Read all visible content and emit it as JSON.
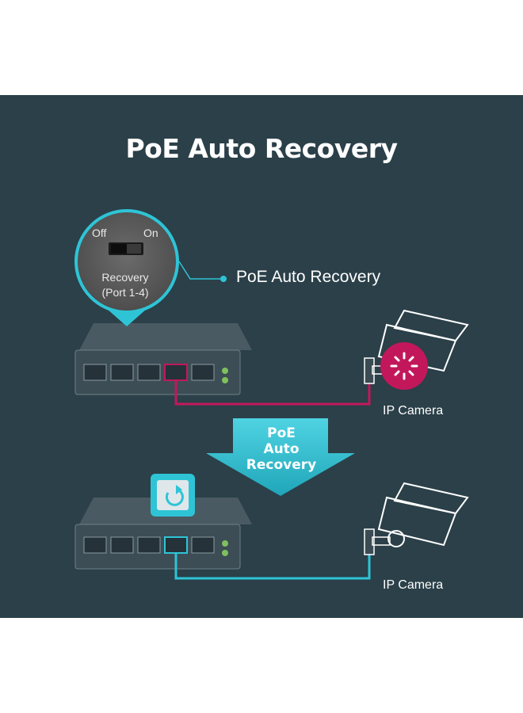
{
  "title": "PoE Auto Recovery",
  "feature_label": "PoE Auto Recovery",
  "switch_zoom": {
    "off_label": "Off",
    "on_label": "On",
    "recovery_line1": "Recovery",
    "recovery_line2": "(Port 1-4)"
  },
  "arrow": {
    "line1": "PoE",
    "line2": "Auto",
    "line3": "Recovery"
  },
  "camera_label_top": "IP Camera",
  "camera_label_bottom": "IP Camera",
  "colors": {
    "panel": "#2b4049",
    "accent_teal": "#2ec4d6",
    "accent_magenta": "#c2185b",
    "device": "#3a4a52"
  },
  "icons": {
    "fault": "loading-spinner-icon",
    "recovery": "power-cycle-icon"
  }
}
